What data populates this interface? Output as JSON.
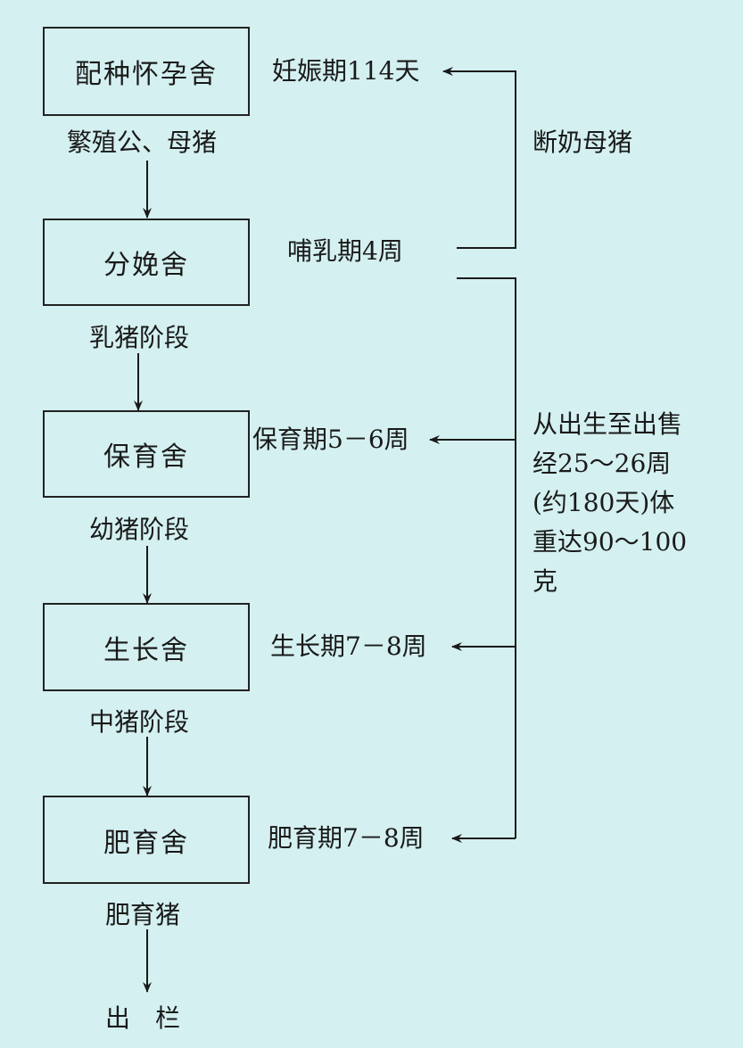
{
  "stages": [
    {
      "house": "配种怀孕舍",
      "period": "妊娠期114天",
      "output": "繁殖公、母猪"
    },
    {
      "house": "分娩舍",
      "period": "哺乳期4周",
      "output": "乳猪阶段"
    },
    {
      "house": "保育舍",
      "period": "保育期5－6周",
      "output": "幼猪阶段"
    },
    {
      "house": "生长舍",
      "period": "生长期7－8周",
      "output": "中猪阶段"
    },
    {
      "house": "肥育舍",
      "period": "肥育期7－8周",
      "output": "肥育猪"
    }
  ],
  "final": "出　栏",
  "feedback_label": "断奶母猪",
  "summary_lines": [
    "从出生至出售",
    "经25～26周",
    "(约180天)体",
    "重达90～100",
    "克"
  ],
  "colors": {
    "background": "#d4f0f0",
    "ink": "#1a1a1a"
  }
}
